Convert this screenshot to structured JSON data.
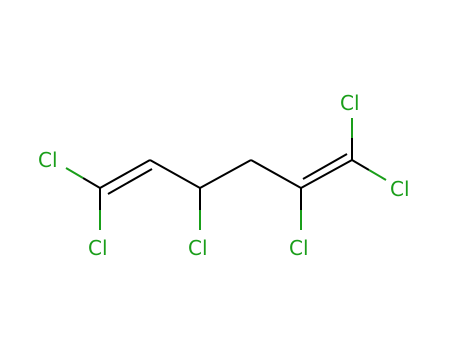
{
  "atoms": [
    {
      "id": "cl1",
      "symbol": "Cl"
    },
    {
      "id": "cl2",
      "symbol": "Cl"
    },
    {
      "id": "cl3",
      "symbol": "Cl"
    },
    {
      "id": "cl4",
      "symbol": "Cl"
    },
    {
      "id": "cl5",
      "symbol": "Cl"
    },
    {
      "id": "cl6",
      "symbol": "Cl"
    }
  ],
  "colors": {
    "bond": "#000000",
    "chlorine": "#1a9e1a",
    "background": "#ffffff"
  }
}
